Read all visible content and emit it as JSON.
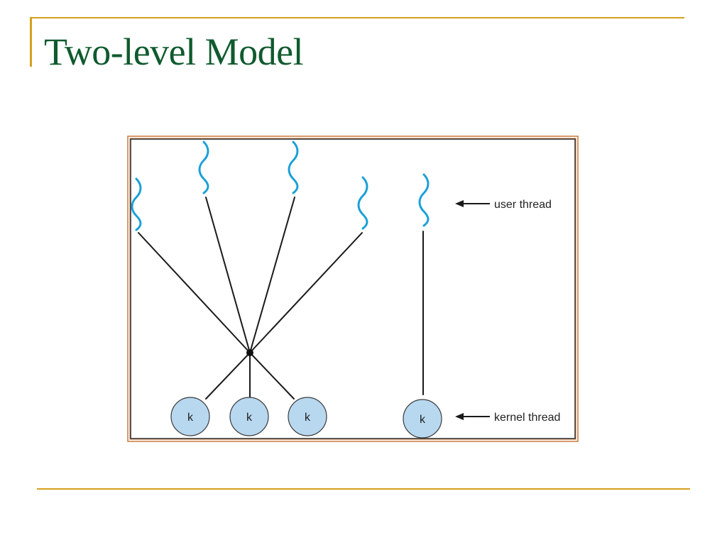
{
  "slide": {
    "title": "Two-level Model"
  },
  "diagram": {
    "labels": {
      "user_thread": "user thread",
      "kernel_thread": "kernel thread"
    },
    "kernel_thread_symbol": "k",
    "user_thread_count": 5,
    "kernel_thread_count": 4,
    "colors": {
      "title": "#0f5a2e",
      "rule": "#d4a01e",
      "frame": "#c8783a",
      "user_thread_wave": "#1aa0d8",
      "kernel_circle_fill": "#b8d8f0",
      "kernel_circle_stroke": "#3a3a3a",
      "connector": "#1a1a1a"
    },
    "icons": {
      "user_thread": "wavy-line-icon",
      "kernel_thread": "circle-k-icon",
      "pointer": "left-arrow-icon"
    }
  }
}
